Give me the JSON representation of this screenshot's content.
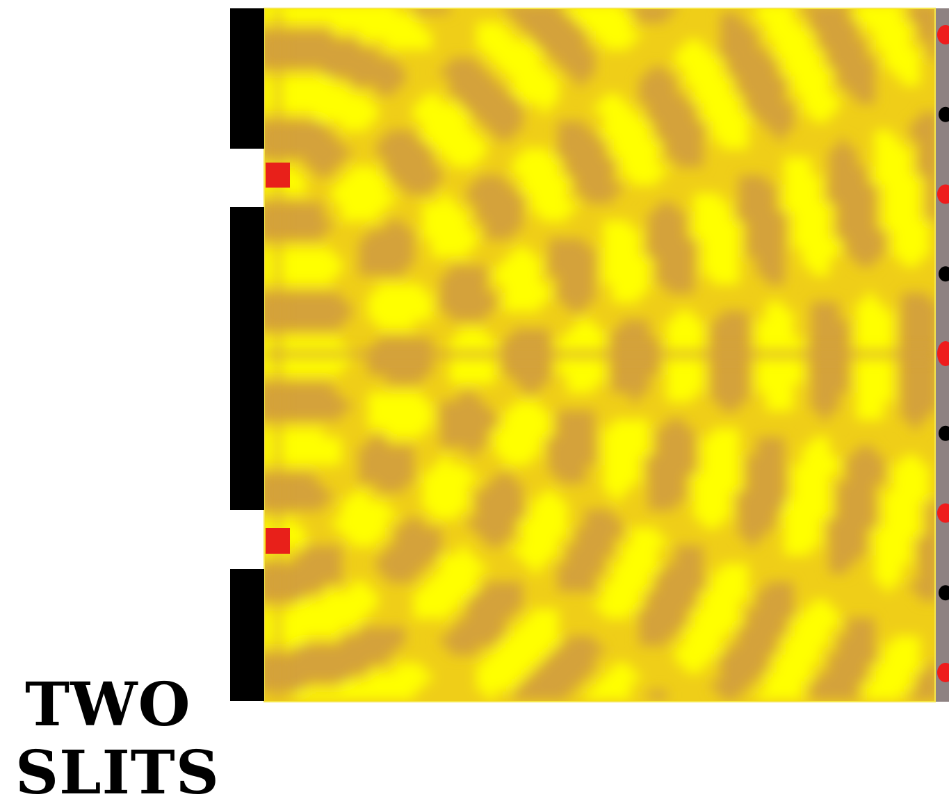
{
  "title": {
    "line1": "TWO",
    "line2": "SLITS"
  },
  "colors": {
    "barrier": "#000000",
    "slit_source": "#e8201a",
    "wave_bright": "#ffff00",
    "wave_mid": "#efce18",
    "wave_dark": "#d4a23a",
    "screen": "#8e8282",
    "detector_bright": "#ee1c1c",
    "detector_dark": "#000000"
  },
  "diagram": {
    "barrier": "black-wall",
    "slits": [
      "upper-slit",
      "lower-slit"
    ],
    "detector_marks": [
      "bright",
      "dark",
      "bright",
      "dark",
      "bright",
      "dark",
      "bright",
      "dark",
      "bright"
    ]
  }
}
